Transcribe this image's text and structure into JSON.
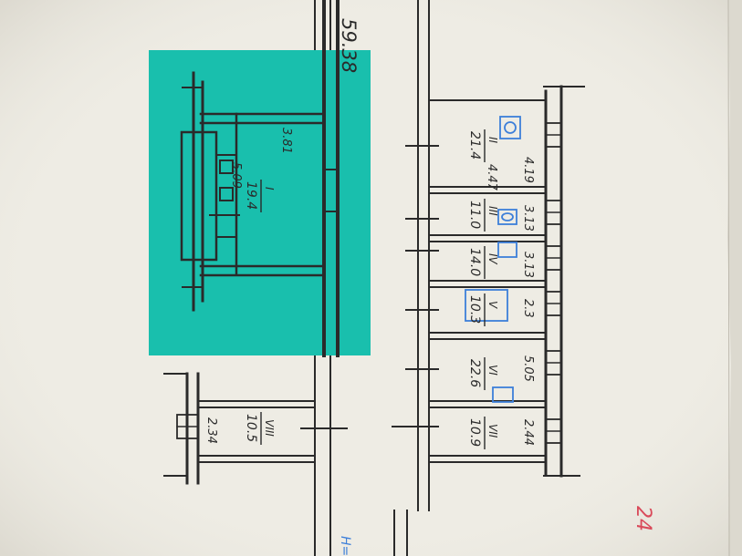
{
  "plan": {
    "dimension_top": "59.38",
    "corner_mark": "H=",
    "sheet_number": "24",
    "rooms": [
      {
        "number": "I",
        "area": "19.4",
        "dims": [
          "3.81",
          "5.09"
        ]
      },
      {
        "number": "II",
        "area": "21.4",
        "dims": [
          "4.19",
          "4.47"
        ]
      },
      {
        "number": "III",
        "area": "11.0",
        "dims": [
          "3.13"
        ]
      },
      {
        "number": "IV",
        "area": "14.0",
        "dims": [
          "3.13"
        ]
      },
      {
        "number": "V",
        "area": "10.3",
        "dims": [
          "2.3"
        ]
      },
      {
        "number": "VI",
        "area": "22.6",
        "dims": [
          "5.05"
        ]
      },
      {
        "number": "VII",
        "area": "10.9",
        "dims": [
          "2.44"
        ]
      },
      {
        "number": "VIII",
        "area": "10.5",
        "dims": [
          "2.34"
        ]
      }
    ]
  },
  "colors": {
    "paper": "#eeece4",
    "ink": "#2a2a2a",
    "sticky_note": "#1cc7b3",
    "blue_stamp": "#3d7fd9",
    "red_pencil": "#d94a5a"
  }
}
